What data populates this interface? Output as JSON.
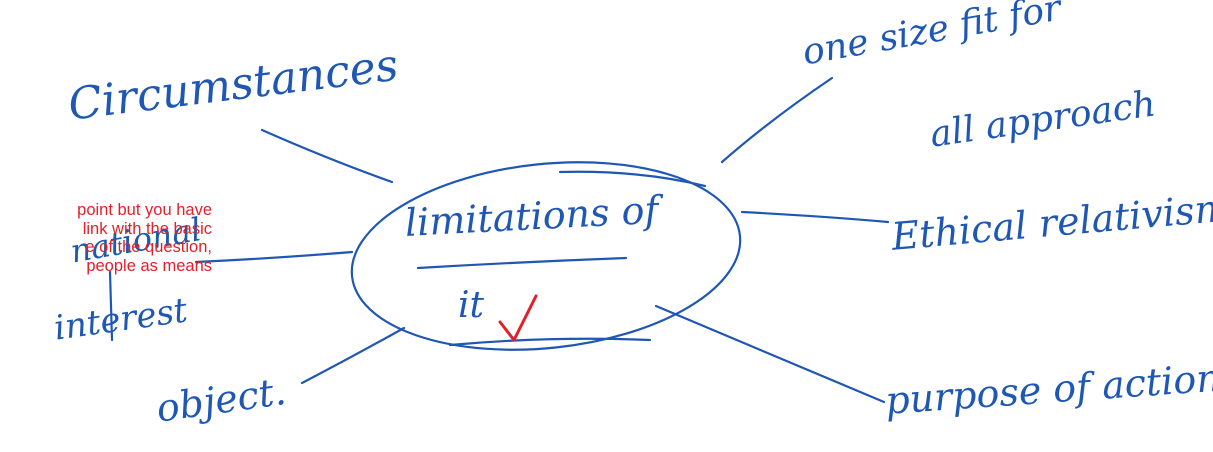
{
  "mindmap": {
    "center": {
      "line1": "limitations of",
      "line2": "it"
    },
    "branches": {
      "circumstances": "Circumstances",
      "one_size": "one size fit for",
      "one_size_2": "all approach",
      "ethical": "Ethical relativism",
      "national": "national",
      "interest": "interest",
      "object": "object.",
      "purpose": "purpose of action"
    }
  },
  "feedback": {
    "comment_lines": [
      "point but you have",
      "link with the basic",
      "e of the question,",
      "people as means"
    ],
    "tick": "✓"
  },
  "colors": {
    "ink": "#1f57b4",
    "marker": "#e3202a"
  }
}
